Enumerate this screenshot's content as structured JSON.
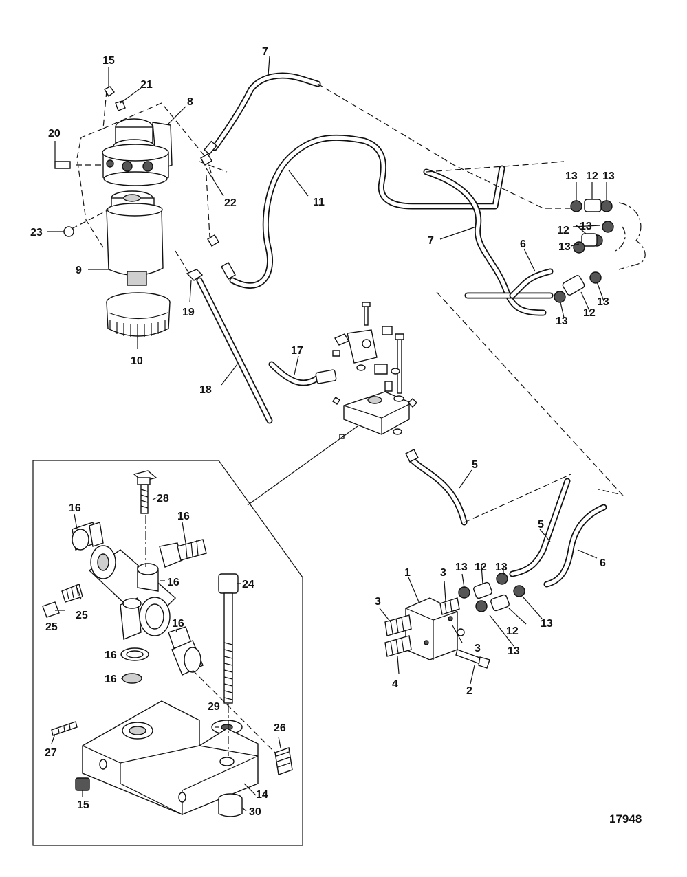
{
  "figure_number": "17948",
  "labels": {
    "l15a": "15",
    "l21": "21",
    "l8": "8",
    "l20": "20",
    "l22": "22",
    "l23": "23",
    "l9": "9",
    "l10": "10",
    "l19": "19",
    "l7a": "7",
    "l7b": "7",
    "l11": "11",
    "l6a": "6",
    "l13a": "13",
    "l12a": "12",
    "l13b": "13",
    "l12b": "12",
    "l13c": "13",
    "l13d": "13",
    "l13e": "13",
    "l13f": "13",
    "l12c": "12",
    "l17": "17",
    "l18": "18",
    "l5a": "5",
    "l28": "28",
    "l16a": "16",
    "l16b": "16",
    "l16c": "16",
    "l16d": "16",
    "l16e": "16",
    "l16f": "16",
    "l24": "24",
    "l25a": "25",
    "l25b": "25",
    "l29": "29",
    "l26": "26",
    "l27": "27",
    "l15b": "15",
    "l14": "14",
    "l30": "30",
    "l5b": "5",
    "l6b": "6",
    "l1": "1",
    "l3a": "3",
    "l3b": "3",
    "l3c": "3",
    "l4": "4",
    "l2": "2",
    "l13g": "13",
    "l12d": "12",
    "l13h": "13",
    "l12e": "12",
    "l13i": "13",
    "l13j": "13"
  },
  "icons": [
    "fuel-filter-icon",
    "hose-icon",
    "clamp-icon",
    "fitting-icon",
    "bolt-icon",
    "manifold-block-icon",
    "valve-block-icon"
  ]
}
